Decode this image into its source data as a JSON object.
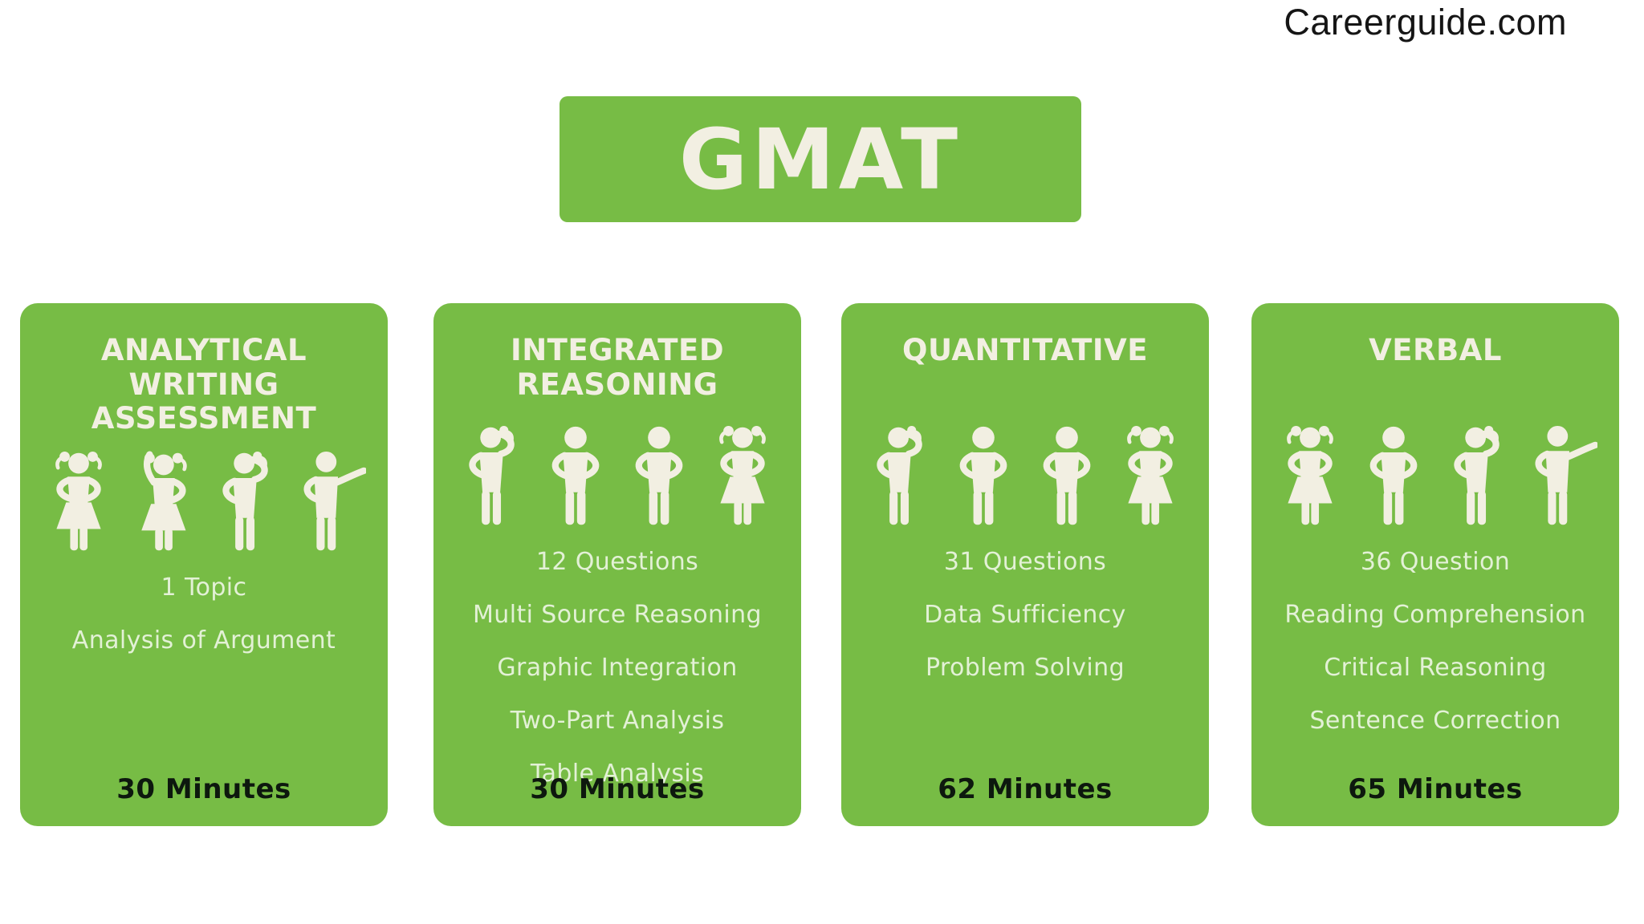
{
  "brand": "Careerguide.com",
  "banner": {
    "title": "GMAT"
  },
  "colors": {
    "green": "#77bc45",
    "title_cream": "#f2efe2",
    "item_pale": "#e3f1d6",
    "duration_dark": "#0d180e",
    "brand_ink": "#151515",
    "background": "#ffffff"
  },
  "cards": [
    {
      "title": "ANALYTICAL\nWRITING\nASSESSMENT",
      "icons": [
        "girl-pigtails-hands-on-hips",
        "girl-pigtails-waving",
        "kid-hand-on-head",
        "kid-arm-outstretched"
      ],
      "items": [
        "1 Topic",
        "Analysis of Argument"
      ],
      "duration": "30 Minutes"
    },
    {
      "title": "INTEGRATED\nREASONING",
      "icons": [
        "kid-hand-on-head",
        "kid-hands-on-hips",
        "kid-hands-on-hips",
        "girl-pigtails-hands-on-hips"
      ],
      "items": [
        "12 Questions",
        "Multi Source Reasoning",
        "Graphic Integration",
        "Two-Part Analysis",
        "Table Analysis"
      ],
      "duration": "30 Minutes"
    },
    {
      "title": "QUANTITATIVE",
      "icons": [
        "kid-hand-on-head",
        "kid-hands-on-hips",
        "kid-hands-on-hips",
        "girl-pigtails-hands-on-hips"
      ],
      "items": [
        "31 Questions",
        "Data Sufficiency",
        "Problem Solving"
      ],
      "duration": "62 Minutes"
    },
    {
      "title": "VERBAL",
      "icons": [
        "girl-pigtails-hands-on-hips",
        "kid-hands-on-hips",
        "kid-hand-on-head",
        "kid-arm-outstretched"
      ],
      "items": [
        "36 Question",
        "Reading Comprehension",
        "Critical Reasoning",
        "Sentence Correction"
      ],
      "duration": "65 Minutes"
    }
  ]
}
